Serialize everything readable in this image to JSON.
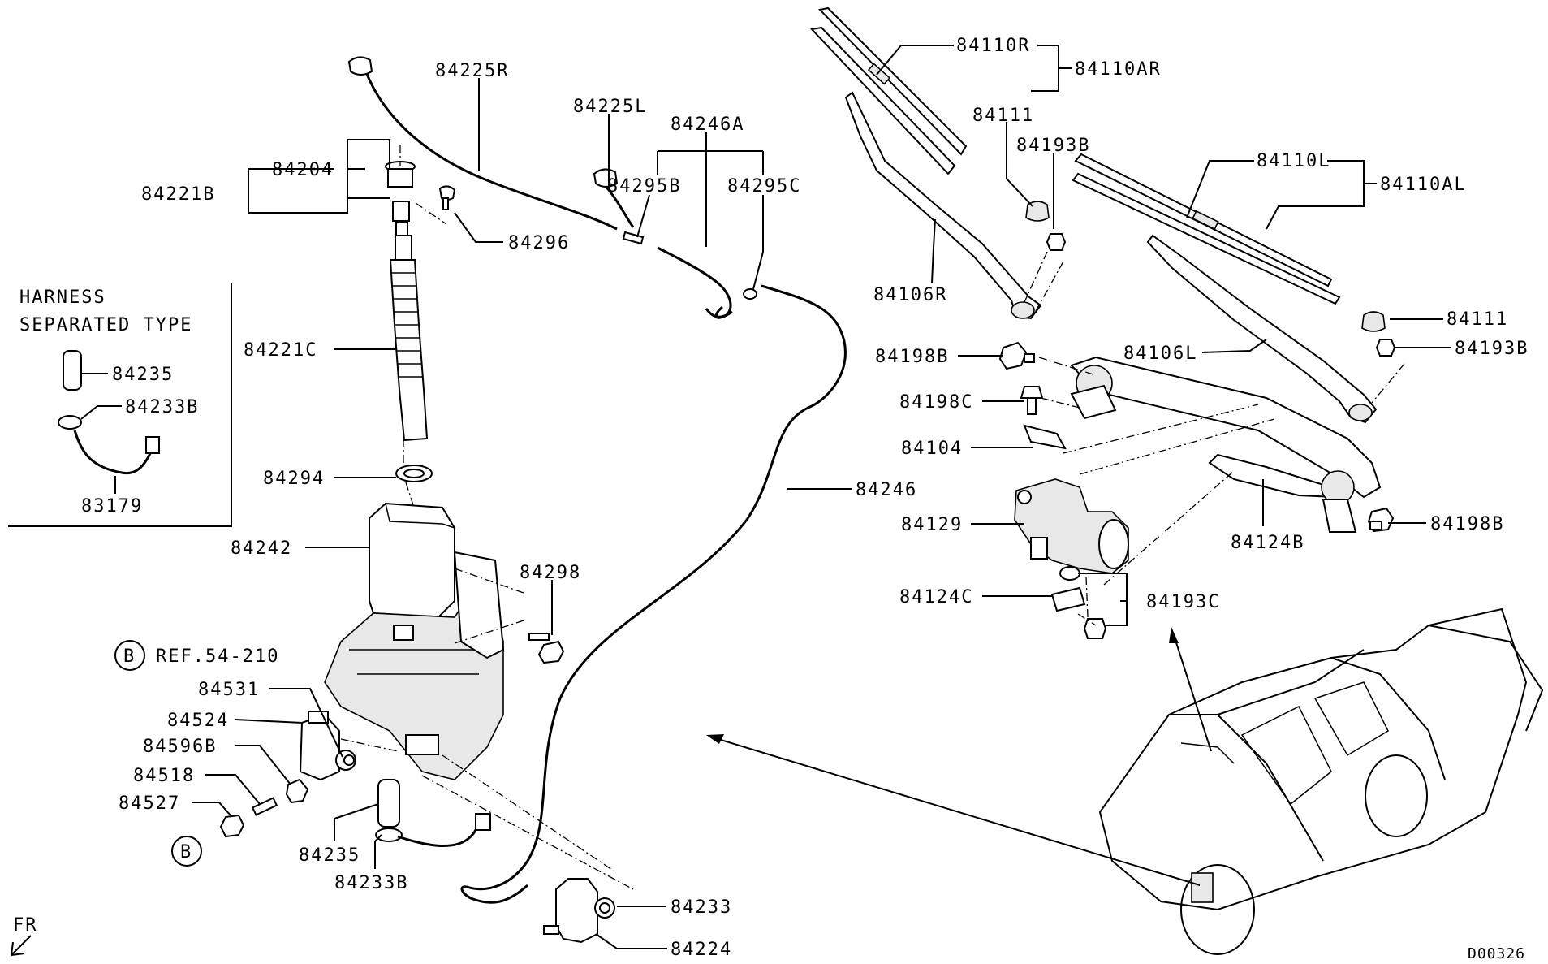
{
  "diagram": {
    "diagram_code": "D00326",
    "front_marker": "FR",
    "reference": {
      "marker": "B",
      "text": "REF.54-210"
    },
    "callout_marker": "B",
    "inset": {
      "title_line1": "HARNESS",
      "title_line2": "SEPARATED TYPE"
    },
    "labels": {
      "p84110R": "84110R",
      "p84110AR": "84110AR",
      "p84111_top": "84111",
      "p84193B_top": "84193B",
      "p84110L": "84110L",
      "p84110AL": "84110AL",
      "p84106R": "84106R",
      "p84111_right": "84111",
      "p84193B_right": "84193B",
      "p84198B_left": "84198B",
      "p84106L": "84106L",
      "p84198C": "84198C",
      "p84104": "84104",
      "p84129": "84129",
      "p84124B": "84124B",
      "p84198B_right": "84198B",
      "p84124C": "84124C",
      "p84193C": "84193C",
      "p84225R": "84225R",
      "p84225L": "84225L",
      "p84246A": "84246A",
      "p84204": "84204",
      "p84221B": "84221B",
      "p84295B": "84295B",
      "p84295C": "84295C",
      "p84296": "84296",
      "p84221C": "84221C",
      "p84235_inset": "84235",
      "p84233B_inset": "84233B",
      "p83179": "83179",
      "p84294": "84294",
      "p84246": "84246",
      "p84242": "84242",
      "p84298": "84298",
      "p84531": "84531",
      "p84524": "84524",
      "p84596B": "84596B",
      "p84518": "84518",
      "p84527": "84527",
      "p84235": "84235",
      "p84233B": "84233B",
      "p84233": "84233",
      "p84224": "84224"
    }
  }
}
